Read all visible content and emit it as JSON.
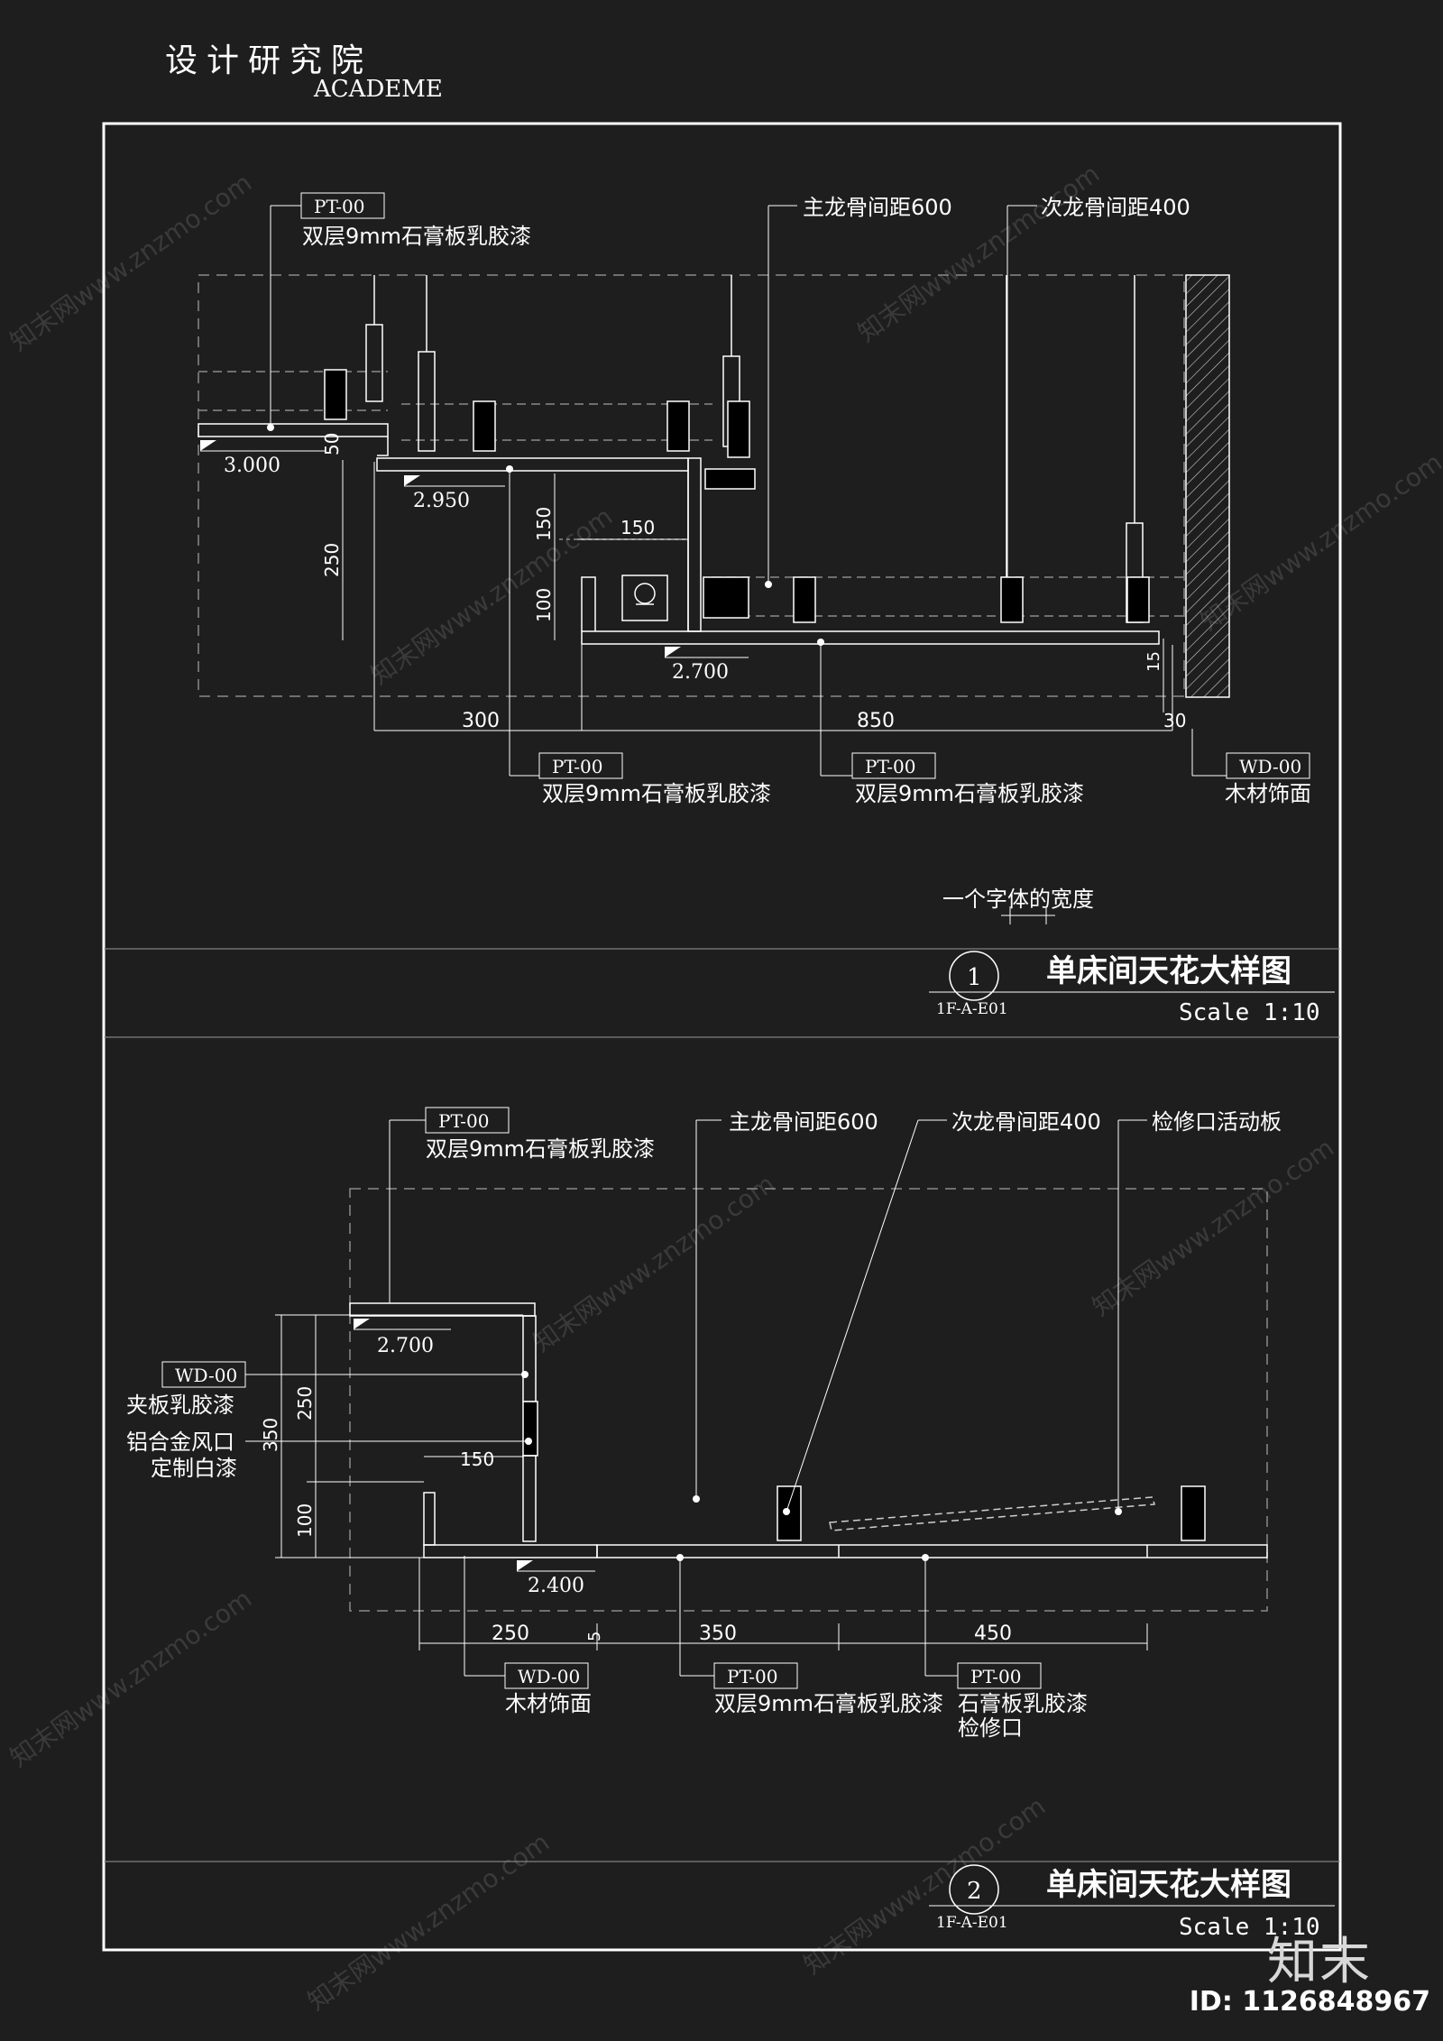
{
  "header": {
    "title": "设计研究院",
    "subtitle": "ACADEME"
  },
  "detail1": {
    "number": "1",
    "ref": "1F-A-E01",
    "title": "单床间天花大样图",
    "scale": "Scale 1:10",
    "tags": [
      {
        "code": "PT-00",
        "desc": "双层9mm石膏板乳胶漆"
      },
      {
        "code": "PT-00",
        "desc": "双层9mm石膏板乳胶漆"
      },
      {
        "code": "PT-00",
        "desc": "双层9mm石膏板乳胶漆"
      },
      {
        "code": "WD-00",
        "desc": "木材饰面"
      }
    ],
    "callouts": {
      "main_keel": "主龙骨间距600",
      "sub_keel": "次龙骨间距400",
      "font_width": "一个字体的宽度"
    },
    "elevations": [
      "3.000",
      "2.950",
      "2.700"
    ],
    "dims": {
      "d50": "50",
      "d250": "250",
      "d150v": "150",
      "d150h": "150",
      "d100": "100",
      "d300": "300",
      "d850": "850",
      "d30": "30",
      "d15": "15"
    }
  },
  "detail2": {
    "number": "2",
    "ref": "1F-A-E01",
    "title": "单床间天花大样图",
    "scale": "Scale 1:10",
    "tags": [
      {
        "code": "PT-00",
        "desc": "双层9mm石膏板乳胶漆"
      },
      {
        "code": "WD-00",
        "desc": "夹板乳胶漆"
      },
      {
        "code": "WD-00",
        "desc": "木材饰面"
      },
      {
        "code": "PT-00",
        "desc": "双层9mm石膏板乳胶漆"
      },
      {
        "code": "PT-00",
        "desc": "石膏板乳胶漆",
        "desc2": "检修口"
      }
    ],
    "callouts": {
      "main_keel": "主龙骨间距600",
      "sub_keel": "次龙骨间距400",
      "access_panel": "检修口活动板",
      "vent_line1": "铝合金风口",
      "vent_line2": "定制白漆"
    },
    "elevations": [
      "2.700",
      "2.400"
    ],
    "dims": {
      "d250v": "250",
      "d350v": "350",
      "d100v": "100",
      "d150h": "150",
      "d250": "250",
      "d5": "5",
      "d350": "350",
      "d450": "450"
    }
  },
  "watermarks": {
    "text": "知末网www.znzmo.com"
  },
  "footer": {
    "brand": "知末",
    "id": "ID: 1126848967"
  },
  "colors": {
    "background": "#1e1e1e",
    "line": "#ffffff",
    "dashed": "#9a9a9a",
    "fill": "#000000"
  }
}
